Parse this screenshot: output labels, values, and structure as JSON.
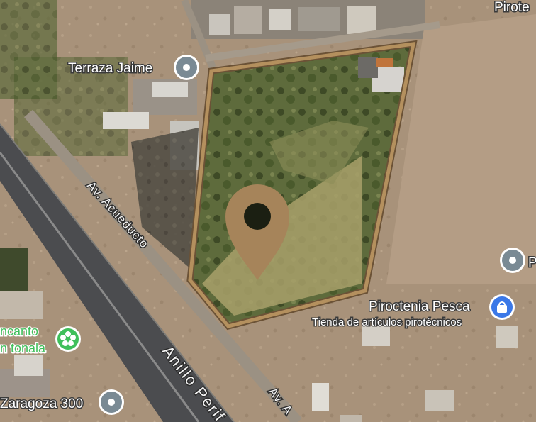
{
  "map": {
    "places": {
      "terraza": "Terraza Jaime",
      "piroctenia": "Piroctenia Pesca",
      "piroctenia_sub": "Tienda de artículos pirotécnicos",
      "encanto_line1": "ncanto",
      "encanto_line2": "n tonala",
      "zaragoza": "Zaragoza 300",
      "pirote_top": "Pirote",
      "right_p": "P"
    },
    "roads": {
      "acueducto": "Av. Acueducto",
      "anillo": "Anillo Perif",
      "av_bottom": "Av. A"
    },
    "icons": {
      "place_pin": "place-pin-icon",
      "shopping_bag": "shopping-bag-icon",
      "flower": "flower-icon",
      "location_marker": "location-marker-icon"
    },
    "colors": {
      "parcel_outline": "#b4905e",
      "marker": "#a6845a",
      "pin_gray": "#7a8a94",
      "shop_blue": "#3b78e7",
      "park_green": "#3fbf5a"
    }
  }
}
